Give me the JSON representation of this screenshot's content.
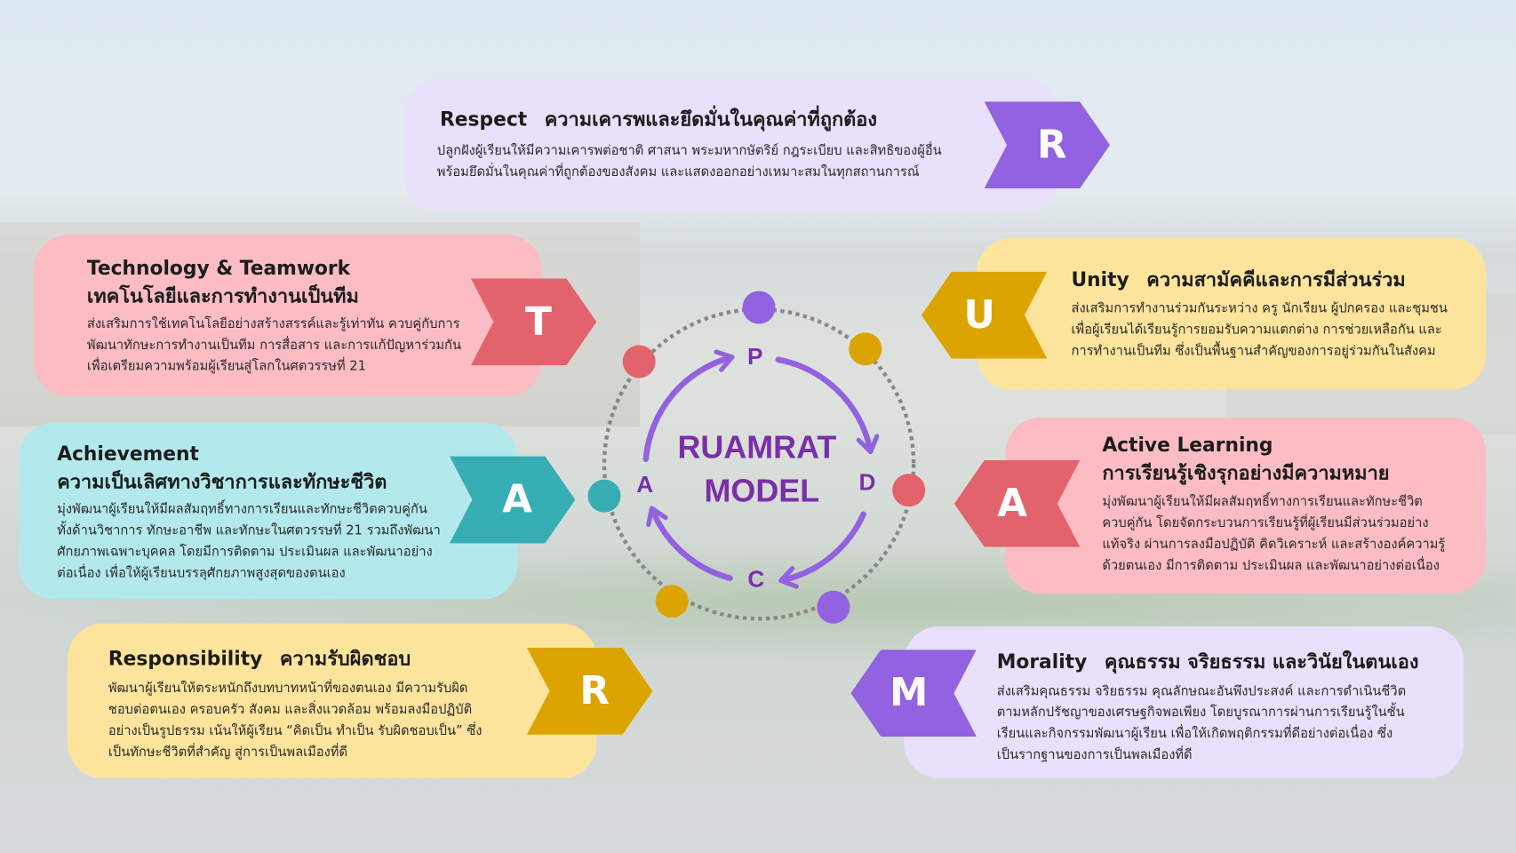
{
  "center": {
    "title_line1": "RUAMRAT",
    "title_line2": "MODEL",
    "cycle": [
      "P",
      "D",
      "C",
      "A"
    ]
  },
  "cards": {
    "respect": {
      "letter": "R",
      "en": "Respect",
      "th": "ความเคารพและยึดมั่นในคุณค่าที่ถูกต้อง",
      "lines": [
        "ปลูกฝังผู้เรียนให้มีความเคารพต่อชาติ ศาสนา พระมหากษัตริย์ กฎระเบียบ และสิทธิของผู้อื่น",
        "พร้อมยึดมั่นในคุณค่าที่ถูกต้องของสังคม และแสดงออกอย่างเหมาะสมในทุกสถานการณ์"
      ]
    },
    "technology": {
      "letter": "T",
      "en": "Technology & Teamwork",
      "th": "เทคโนโลยีและการทำงานเป็นทีม",
      "lines": [
        "ส่งเสริมการใช้เทคโนโลยีอย่างสร้างสรรค์และรู้เท่าทัน ควบคู่กับการ",
        "พัฒนาทักษะการทำงานเป็นทีม การสื่อสาร และการแก้ปัญหาร่วมกัน",
        "เพื่อเตรียมความพร้อมผู้เรียนสู่โลกในศตวรรษที่ 21"
      ]
    },
    "unity": {
      "letter": "U",
      "en": "Unity",
      "th": "ความสามัคคีและการมีส่วนร่วม",
      "lines": [
        "ส่งเสริมการทำงานร่วมกันระหว่าง ครู นักเรียน ผู้ปกครอง และชุมชน",
        "เพื่อผู้เรียนได้เรียนรู้การยอมรับความแตกต่าง การช่วยเหลือกัน และ",
        "การทำงานเป็นทีม ซึ่งเป็นพื้นฐานสำคัญของการอยู่ร่วมกันในสังคม"
      ]
    },
    "achievement": {
      "letter": "A",
      "en": "Achievement",
      "th": "ความเป็นเลิศทางวิชาการและทักษะชีวิต",
      "lines": [
        "มุ่งพัฒนาผู้เรียนให้มีผลสัมฤทธิ์ทางการเรียนและทักษะชีวิตควบคู่กัน",
        "ทั้งด้านวิชาการ ทักษะอาชีพ และทักษะในศตวรรษที่ 21 รวมถึงพัฒนา",
        "ศักยภาพเฉพาะบุคคล โดยมีการติดตาม ประเมินผล และพัฒนาอย่าง",
        "ต่อเนื่อง เพื่อให้ผู้เรียนบรรลุศักยภาพสูงสุดของตนเอง"
      ]
    },
    "active": {
      "letter": "A",
      "en": "Active Learning",
      "th": "การเรียนรู้เชิงรุกอย่างมีความหมาย",
      "lines": [
        "มุ่งพัฒนาผู้เรียนให้มีผลสัมฤทธิ์ทางการเรียนและทักษะชีวิต",
        "ควบคู่กัน โดยจัดกระบวนการเรียนรู้ที่ผู้เรียนมีส่วนร่วมอย่าง",
        "แท้จริง ผ่านการลงมือปฏิบัติ คิดวิเคราะห์ และสร้างองค์ความรู้",
        "ด้วยตนเอง มีการติดตาม ประเมินผล และพัฒนาอย่างต่อเนื่อง"
      ]
    },
    "responsibility": {
      "letter": "R",
      "en": "Responsibility",
      "th": "ความรับผิดชอบ",
      "lines": [
        "พัฒนาผู้เรียนให้ตระหนักถึงบทบาทหน้าที่ของตนเอง มีความรับผิด",
        "ชอบต่อตนเอง ครอบครัว สังคม และสิ่งแวดล้อม พร้อมลงมือปฏิบัติ",
        "อย่างเป็นรูปธรรม เน้นให้ผู้เรียน “คิดเป็น ทำเป็น รับผิดชอบเป็น” ซึ่ง",
        "เป็นทักษะชีวิตที่สำคัญ สู่การเป็นพลเมืองที่ดี"
      ]
    },
    "morality": {
      "letter": "M",
      "en": "Morality",
      "th": "คุณธรรม จริยธรรม และวินัยในตนเอง",
      "lines": [
        "ส่งเสริมคุณธรรม จริยธรรม คุณลักษณะอันพึงประสงค์ และการดำเนินชีวิต",
        "ตามหลักปรัชญาของเศรษฐกิจพอเพียง โดยบูรณาการผ่านการเรียนรู้ในชั้น",
        "เรียนและกิจกรรมพัฒนาผู้เรียน เพื่อให้เกิดพฤติกรรมที่ดีอย่างต่อเนื่อง ซึ่ง",
        "เป็นรากฐานของการเป็นพลเมืองที่ดี"
      ]
    }
  },
  "colors": {
    "purple": "#9262e0",
    "red": "#e3636c",
    "gold": "#dca400",
    "teal": "#36aeb4",
    "lavender_card": "#e9e0fb",
    "pink_card": "#fbbcc4",
    "yellow_card": "#fde49c",
    "cyan_card": "#b3e9ec",
    "center_text": "#7a2fa8"
  }
}
